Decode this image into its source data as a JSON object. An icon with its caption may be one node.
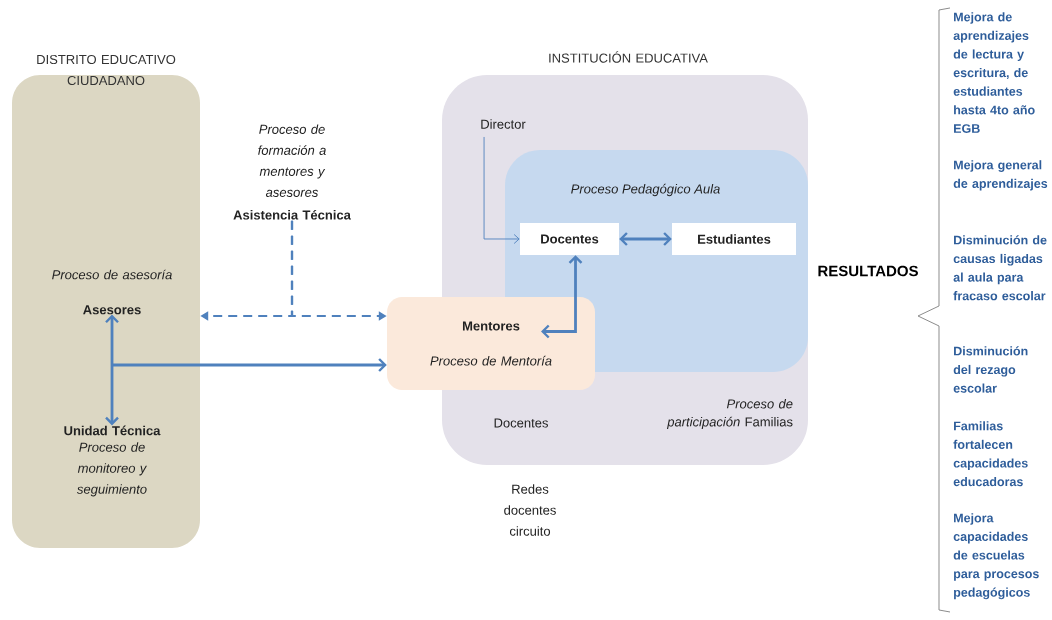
{
  "diagram": {
    "nodes": [
      {
        "text": [
          "DISTRITO EDUCATIVO CIUDADANO"
        ]
      },
      {
        "text": [
          "Proceso de asesoría",
          "Asesores"
        ],
        "in": 0
      },
      {
        "text": [
          "Unidad Técnica",
          "Proceso de monitoreo y seguimiento"
        ],
        "in": 0
      },
      {
        "text": [
          "Proceso de formación a mentores y asesores",
          "Asistencia Técnica"
        ]
      },
      {
        "text": [
          "INSTITUCIÓN EDUCATIVA",
          "Docentes",
          "*Proceso de participación* Familias"
        ]
      },
      {
        "text": [
          "Director"
        ],
        "in": 4
      },
      {
        "text": [
          "Proceso Pedagógico Aula"
        ],
        "in": 4
      },
      {
        "text": [
          "Docentes"
        ],
        "in": 6
      },
      {
        "text": [
          "Estudiantes"
        ],
        "in": 6
      },
      {
        "text": [
          "Mentores",
          "Proceso de Mentoría"
        ]
      }
    ],
    "edges": [
      {
        "from": 1,
        "to": 2,
        "arrow": "both"
      },
      {
        "from": 1,
        "to": 9,
        "arrow": "to"
      },
      {
        "from": 3,
        "to": 1,
        "arrow": "to",
        "style": "dashed"
      },
      {
        "from": 3,
        "to": 9,
        "arrow": "to",
        "style": "dashed"
      },
      {
        "from": 5,
        "to": 7,
        "arrow": "to"
      },
      {
        "from": 7,
        "to": 8,
        "arrow": "both"
      },
      {
        "from": 9,
        "to": 7,
        "arrow": "both"
      }
    ],
    "labels": [
      "Redes docentes circuito",
      "RESULTADOS",
      "Mejora de aprendizajes de lectura y escritura, de estudiantes hasta 4to año EGB",
      "Mejora general de aprendizajes",
      "Disminución de causas ligadas al aula para fracaso escolar",
      "Disminución del rezago escolar",
      "Familias fortalecen capacidades educadoras",
      "Mejora capacidades de escuelas para procesos pedagógicos"
    ]
  }
}
